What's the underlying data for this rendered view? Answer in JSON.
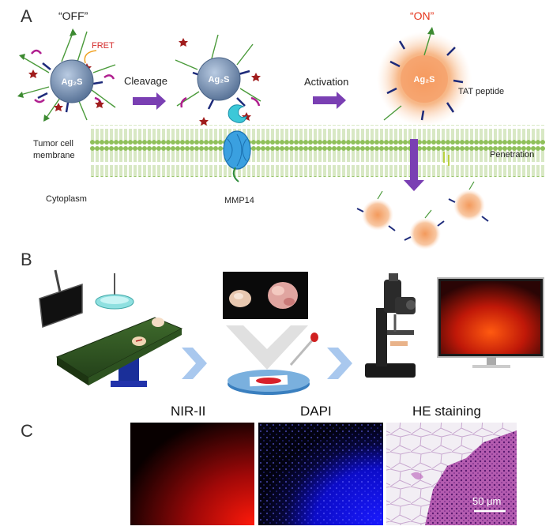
{
  "panel_a": {
    "letter": "A",
    "state_off": "“OFF”",
    "state_on": "“ON”",
    "fret": "FRET",
    "np_label": "Ag₂S",
    "step1": "Cleavage",
    "step2": "Activation",
    "tat_label": "TAT peptide",
    "membrane_label_1": "Tumor cell",
    "membrane_label_2": "membrane",
    "cytoplasm": "Cytoplasm",
    "mmp14": "MMP14",
    "penetration": "Penetration"
  },
  "panel_b": {
    "letter": "B"
  },
  "panel_c": {
    "letter": "C",
    "images": [
      {
        "title": "NIR-II",
        "color": "#e01010"
      },
      {
        "title": "DAPI",
        "color": "#1a1aff"
      },
      {
        "title": "HE staining",
        "color": "#9c3a9a"
      }
    ],
    "scale_bar": "50 μm"
  },
  "colors": {
    "np_blue": "#6d86a8",
    "np_orange": "#f7a46b",
    "membrane_green": "#9cc56b",
    "arrow_purple": "#7a3fb3",
    "chevron_blue": "#a9c8ee"
  }
}
